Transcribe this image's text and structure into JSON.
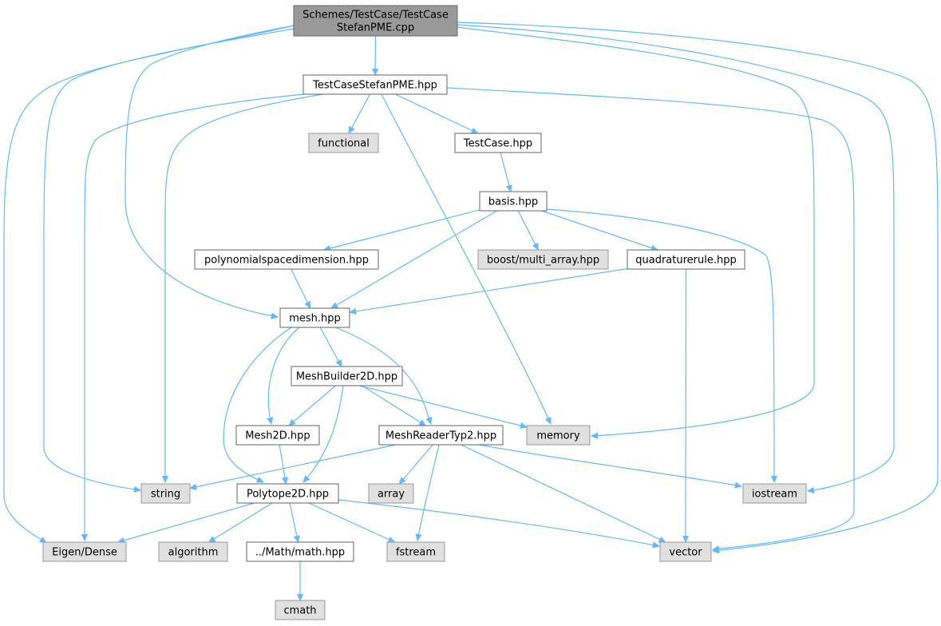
{
  "colors": {
    "edge": "#63b8ff",
    "root_fill": "#999999",
    "root_stroke": "#666666",
    "doc_fill": "#ffffff",
    "doc_stroke": "#666666",
    "ext_fill": "#e0e0e0",
    "ext_stroke": "#999999"
  },
  "nodes": [
    {
      "id": "root",
      "kind": "root",
      "lines": [
        "Schemes/TestCase/TestCase",
        "StefanPME.cpp"
      ]
    },
    {
      "id": "tcspme",
      "kind": "doc",
      "lines": [
        "TestCaseStefanPME.hpp"
      ]
    },
    {
      "id": "functional",
      "kind": "ext",
      "lines": [
        "functional"
      ]
    },
    {
      "id": "testcase",
      "kind": "doc",
      "lines": [
        "TestCase.hpp"
      ]
    },
    {
      "id": "basis",
      "kind": "doc",
      "lines": [
        "basis.hpp"
      ]
    },
    {
      "id": "polyspace",
      "kind": "doc",
      "lines": [
        "polynomialspacedimension.hpp"
      ]
    },
    {
      "id": "multiarray",
      "kind": "ext",
      "lines": [
        "boost/multi_array.hpp"
      ]
    },
    {
      "id": "quadrature",
      "kind": "doc",
      "lines": [
        "quadraturerule.hpp"
      ]
    },
    {
      "id": "mesh",
      "kind": "doc",
      "lines": [
        "mesh.hpp"
      ]
    },
    {
      "id": "meshbuilder",
      "kind": "doc",
      "lines": [
        "MeshBuilder2D.hpp"
      ]
    },
    {
      "id": "memory",
      "kind": "ext",
      "lines": [
        "memory"
      ]
    },
    {
      "id": "mesh2d",
      "kind": "doc",
      "lines": [
        "Mesh2D.hpp"
      ]
    },
    {
      "id": "meshreader",
      "kind": "doc",
      "lines": [
        "MeshReaderTyp2.hpp"
      ]
    },
    {
      "id": "string",
      "kind": "ext",
      "lines": [
        "string"
      ]
    },
    {
      "id": "polytope",
      "kind": "doc",
      "lines": [
        "Polytope2D.hpp"
      ]
    },
    {
      "id": "array",
      "kind": "ext",
      "lines": [
        "array"
      ]
    },
    {
      "id": "iostream",
      "kind": "ext",
      "lines": [
        "iostream"
      ]
    },
    {
      "id": "eigen",
      "kind": "ext",
      "lines": [
        "Eigen/Dense"
      ]
    },
    {
      "id": "algorithm",
      "kind": "ext",
      "lines": [
        "algorithm"
      ]
    },
    {
      "id": "math",
      "kind": "doc",
      "lines": [
        "../Math/math.hpp"
      ]
    },
    {
      "id": "fstream",
      "kind": "ext",
      "lines": [
        "fstream"
      ]
    },
    {
      "id": "vector",
      "kind": "ext",
      "lines": [
        "vector"
      ]
    },
    {
      "id": "cmath",
      "kind": "ext",
      "lines": [
        "cmath"
      ]
    }
  ],
  "edges": [
    [
      "root",
      "tcspme"
    ],
    [
      "root",
      "mesh"
    ],
    [
      "root",
      "eigen"
    ],
    [
      "root",
      "string"
    ],
    [
      "root",
      "memory"
    ],
    [
      "root",
      "iostream"
    ],
    [
      "root",
      "vector"
    ],
    [
      "tcspme",
      "functional"
    ],
    [
      "tcspme",
      "testcase"
    ],
    [
      "tcspme",
      "memory"
    ],
    [
      "tcspme",
      "string"
    ],
    [
      "tcspme",
      "eigen"
    ],
    [
      "tcspme",
      "vector"
    ],
    [
      "testcase",
      "basis"
    ],
    [
      "basis",
      "polyspace"
    ],
    [
      "basis",
      "multiarray"
    ],
    [
      "basis",
      "quadrature"
    ],
    [
      "basis",
      "mesh"
    ],
    [
      "basis",
      "iostream"
    ],
    [
      "polyspace",
      "mesh"
    ],
    [
      "quadrature",
      "mesh"
    ],
    [
      "quadrature",
      "vector"
    ],
    [
      "mesh",
      "meshbuilder"
    ],
    [
      "mesh",
      "mesh2d"
    ],
    [
      "mesh",
      "meshreader"
    ],
    [
      "mesh",
      "polytope"
    ],
    [
      "meshbuilder",
      "mesh2d"
    ],
    [
      "meshbuilder",
      "meshreader"
    ],
    [
      "meshbuilder",
      "polytope"
    ],
    [
      "meshbuilder",
      "memory"
    ],
    [
      "mesh2d",
      "polytope"
    ],
    [
      "meshreader",
      "string"
    ],
    [
      "meshreader",
      "array"
    ],
    [
      "meshreader",
      "fstream"
    ],
    [
      "meshreader",
      "iostream"
    ],
    [
      "meshreader",
      "vector"
    ],
    [
      "polytope",
      "eigen"
    ],
    [
      "polytope",
      "algorithm"
    ],
    [
      "polytope",
      "math"
    ],
    [
      "polytope",
      "fstream"
    ],
    [
      "polytope",
      "vector"
    ],
    [
      "math",
      "cmath"
    ]
  ]
}
